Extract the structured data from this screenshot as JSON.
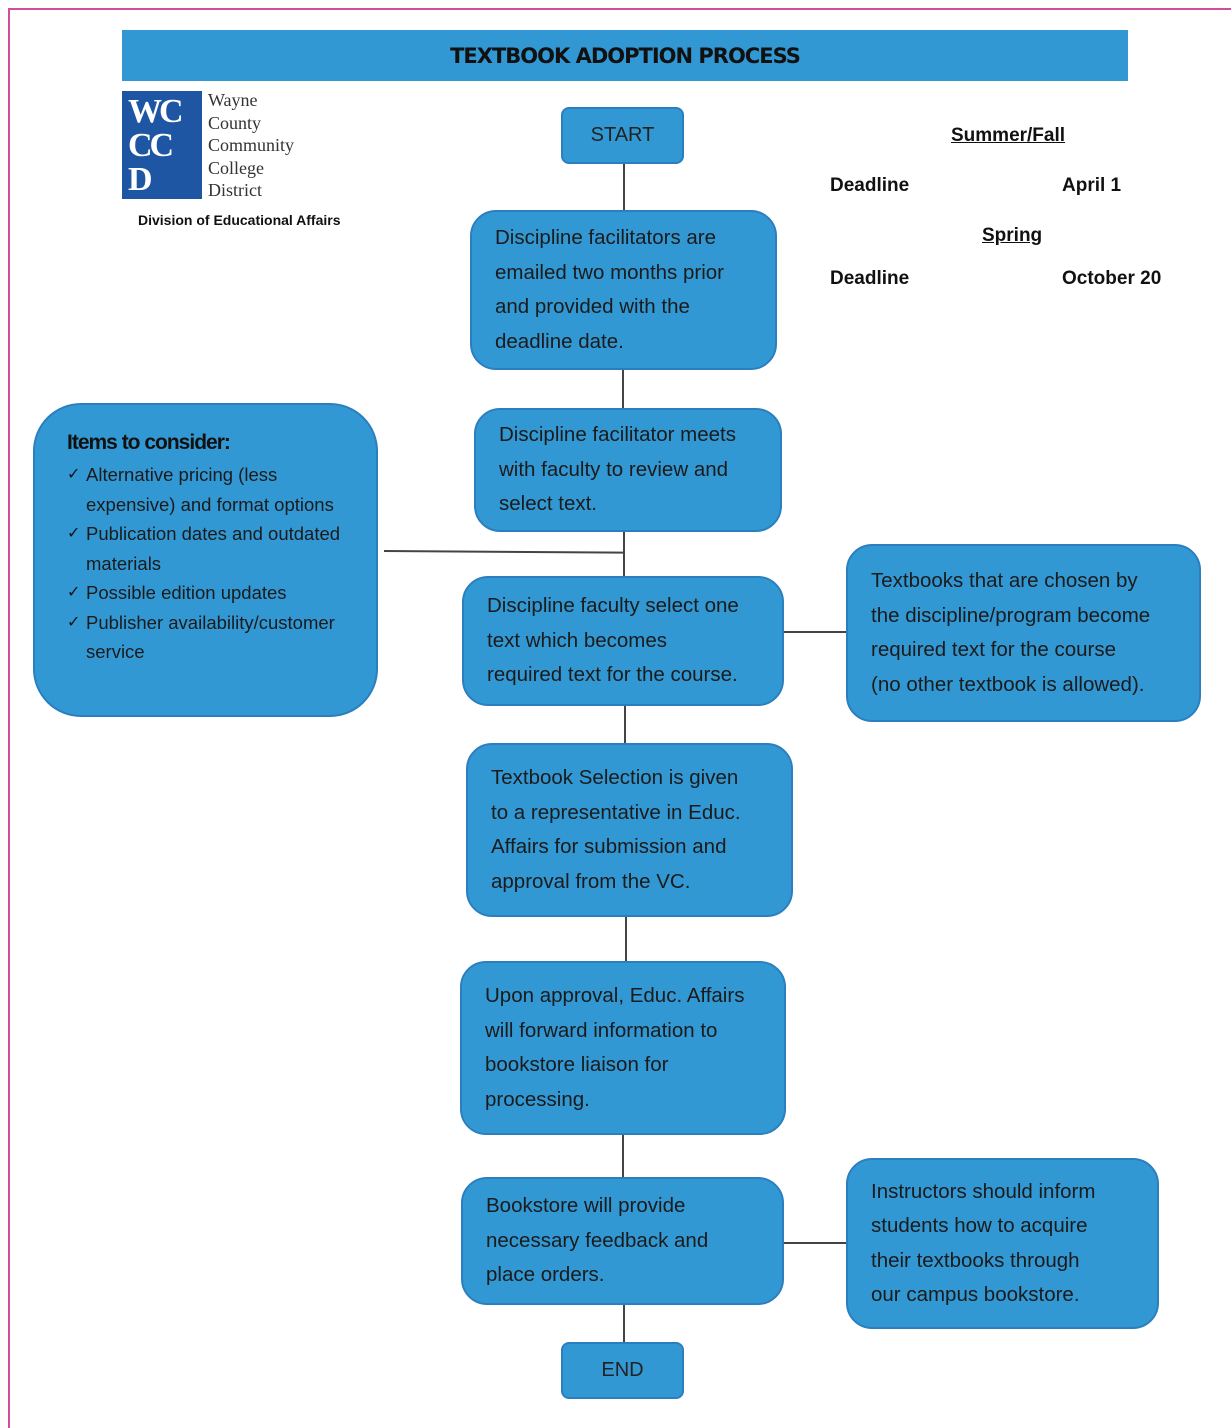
{
  "title": "TEXTBOOK ADOPTION PROCESS",
  "logo": {
    "mark": [
      "WC",
      "CC",
      "D"
    ],
    "lines": [
      "Wayne",
      "County",
      "Community",
      "College",
      "District"
    ]
  },
  "division": "Division of Educational Affairs",
  "deadlines": {
    "summer_fall": {
      "heading": "Summer/Fall",
      "label": "Deadline",
      "date": "April 1"
    },
    "spring": {
      "heading": "Spring",
      "label": "Deadline",
      "date": "October 20"
    }
  },
  "flow": {
    "start": "START",
    "step1": "Discipline facilitators are\nemailed two months prior\nand provided with the\ndeadline date.",
    "step2": "Discipline facilitator meets\nwith faculty to review and\nselect text.",
    "step3": "Discipline faculty select one\ntext which becomes\nrequired text for the course.",
    "step4": "Textbook Selection is given\nto a representative in Educ.\nAffairs for submission and\napproval from the VC.",
    "step5": "Upon approval, Educ. Affairs\nwill forward information to\nbookstore liaison for\nprocessing.",
    "step6": "Bookstore will provide\nnecessary feedback and\nplace orders.",
    "end": "END"
  },
  "side_notes": {
    "required_text": "Textbooks that are chosen by\nthe discipline/program become\nrequired text for the course\n(no other textbook is allowed).",
    "instructors": "Instructors should inform\nstudents how to acquire\ntheir textbooks through\nour campus bookstore."
  },
  "consider": {
    "title": "Items to consider:",
    "items": [
      "Alternative pricing (less expensive) and format options",
      "Publication dates and outdated materials",
      "Possible edition updates",
      "Publisher availability/customer service"
    ]
  }
}
